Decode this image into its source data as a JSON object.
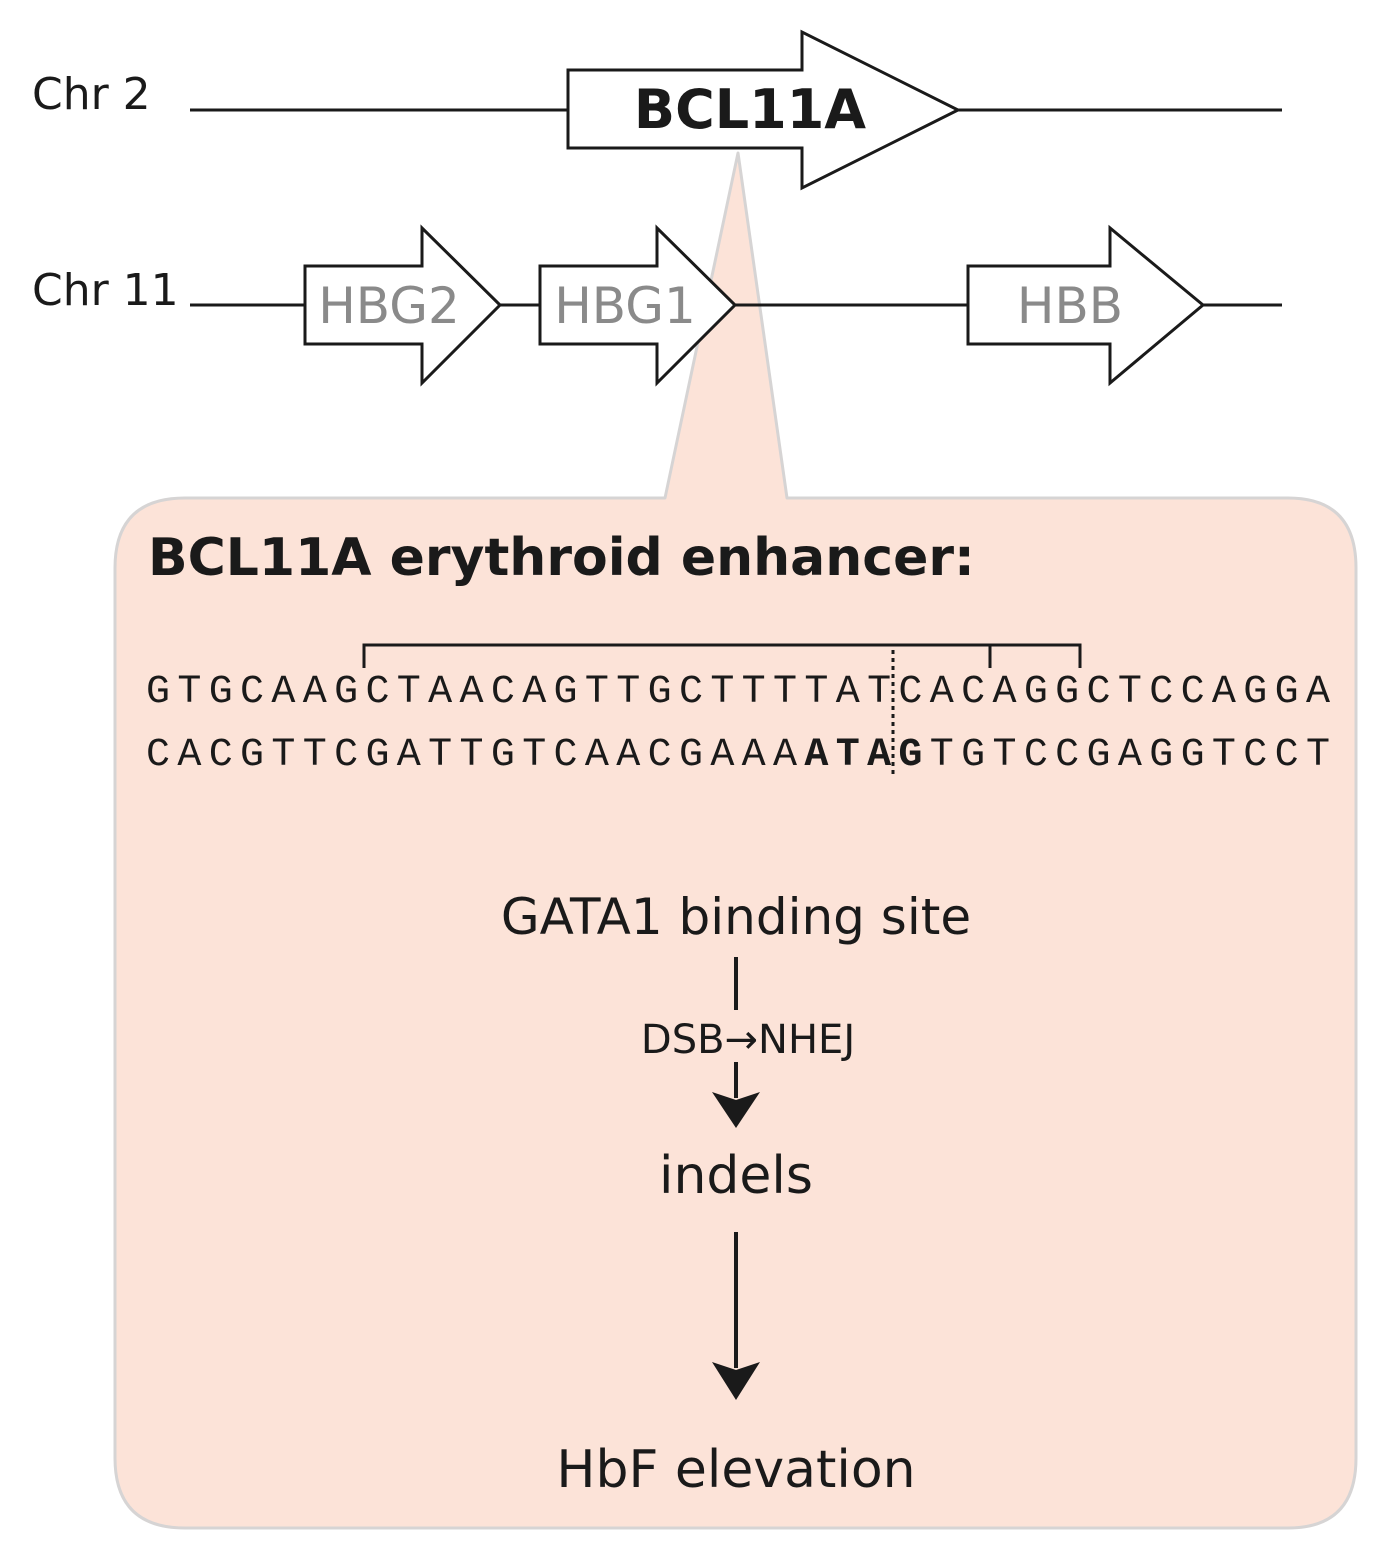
{
  "chromosomes": [
    {
      "label": "Chr 2",
      "genes": [
        "BCL11A"
      ]
    },
    {
      "label": "Chr 11",
      "genes": [
        "HBG2",
        "HBG1",
        "HBB"
      ]
    }
  ],
  "enhancer": {
    "title": "BCL11A erythroid enhancer:",
    "top_strand": {
      "part1": "GTGCAAG",
      "part2": "CTAACAGTTGCTTTTAT",
      "part3": "CACAGG",
      "part4": "CTCCAGGA"
    },
    "bottom_strand": {
      "part1": "CACGTTCGATTGTCAACGAAA",
      "bold": "ATAG",
      "part2": "TGTCCGAGGTCCT"
    }
  },
  "flow": {
    "binding_site": "GATA1 binding site",
    "step_label": "DSB→NHEJ",
    "result1": "indels",
    "result2": "HbF elevation"
  },
  "colors": {
    "callout_fill": "#fce3d8",
    "callout_border": "#d6d4d4",
    "stroke": "#1a1a1a",
    "gene_gray": "#8a8a8a"
  }
}
